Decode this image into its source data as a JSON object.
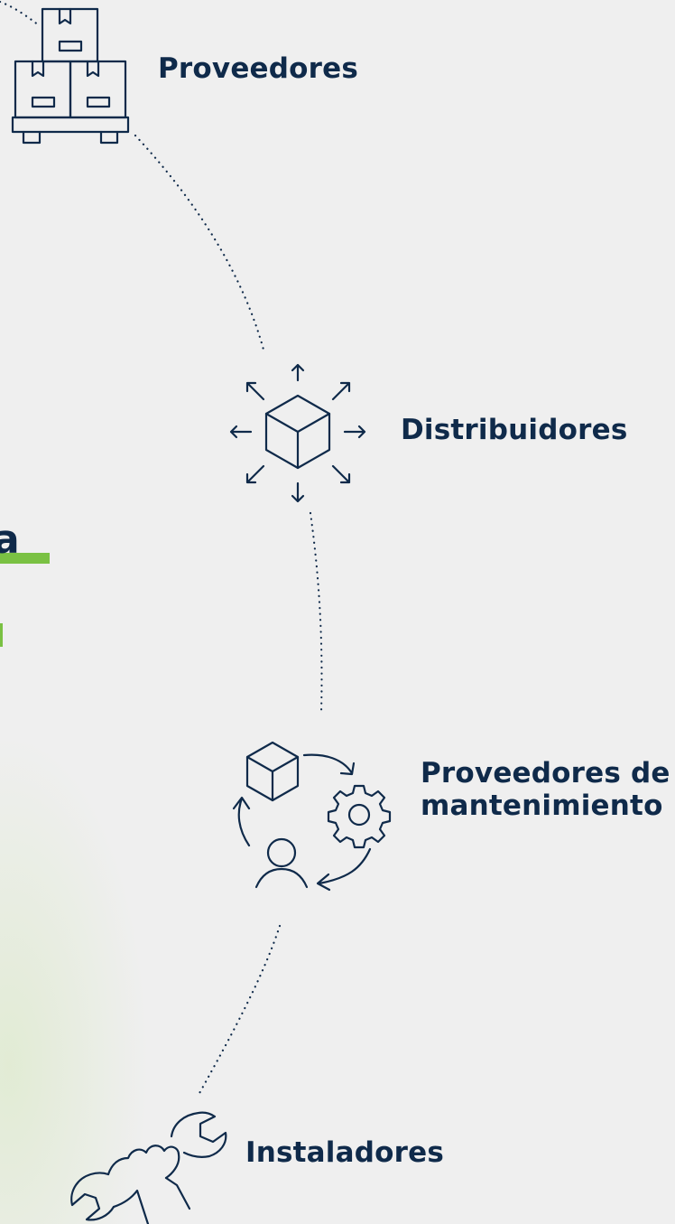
{
  "accent_color": "#7ac143",
  "text_color": "#0f2a4a",
  "nodes": [
    {
      "id": "suppliers",
      "label": "Proveedores",
      "icon": "pallet-boxes-icon"
    },
    {
      "id": "distributors",
      "label": "Distribuidores",
      "icon": "box-arrows-icon"
    },
    {
      "id": "maintenance",
      "label_line1": "Proveedores de",
      "label_line2": "mantenimiento",
      "icon": "maintenance-cycle-icon"
    },
    {
      "id": "installers",
      "label": "Instaladores",
      "icon": "hand-wrench-icon"
    }
  ],
  "left_fragment": {
    "text": "a"
  }
}
